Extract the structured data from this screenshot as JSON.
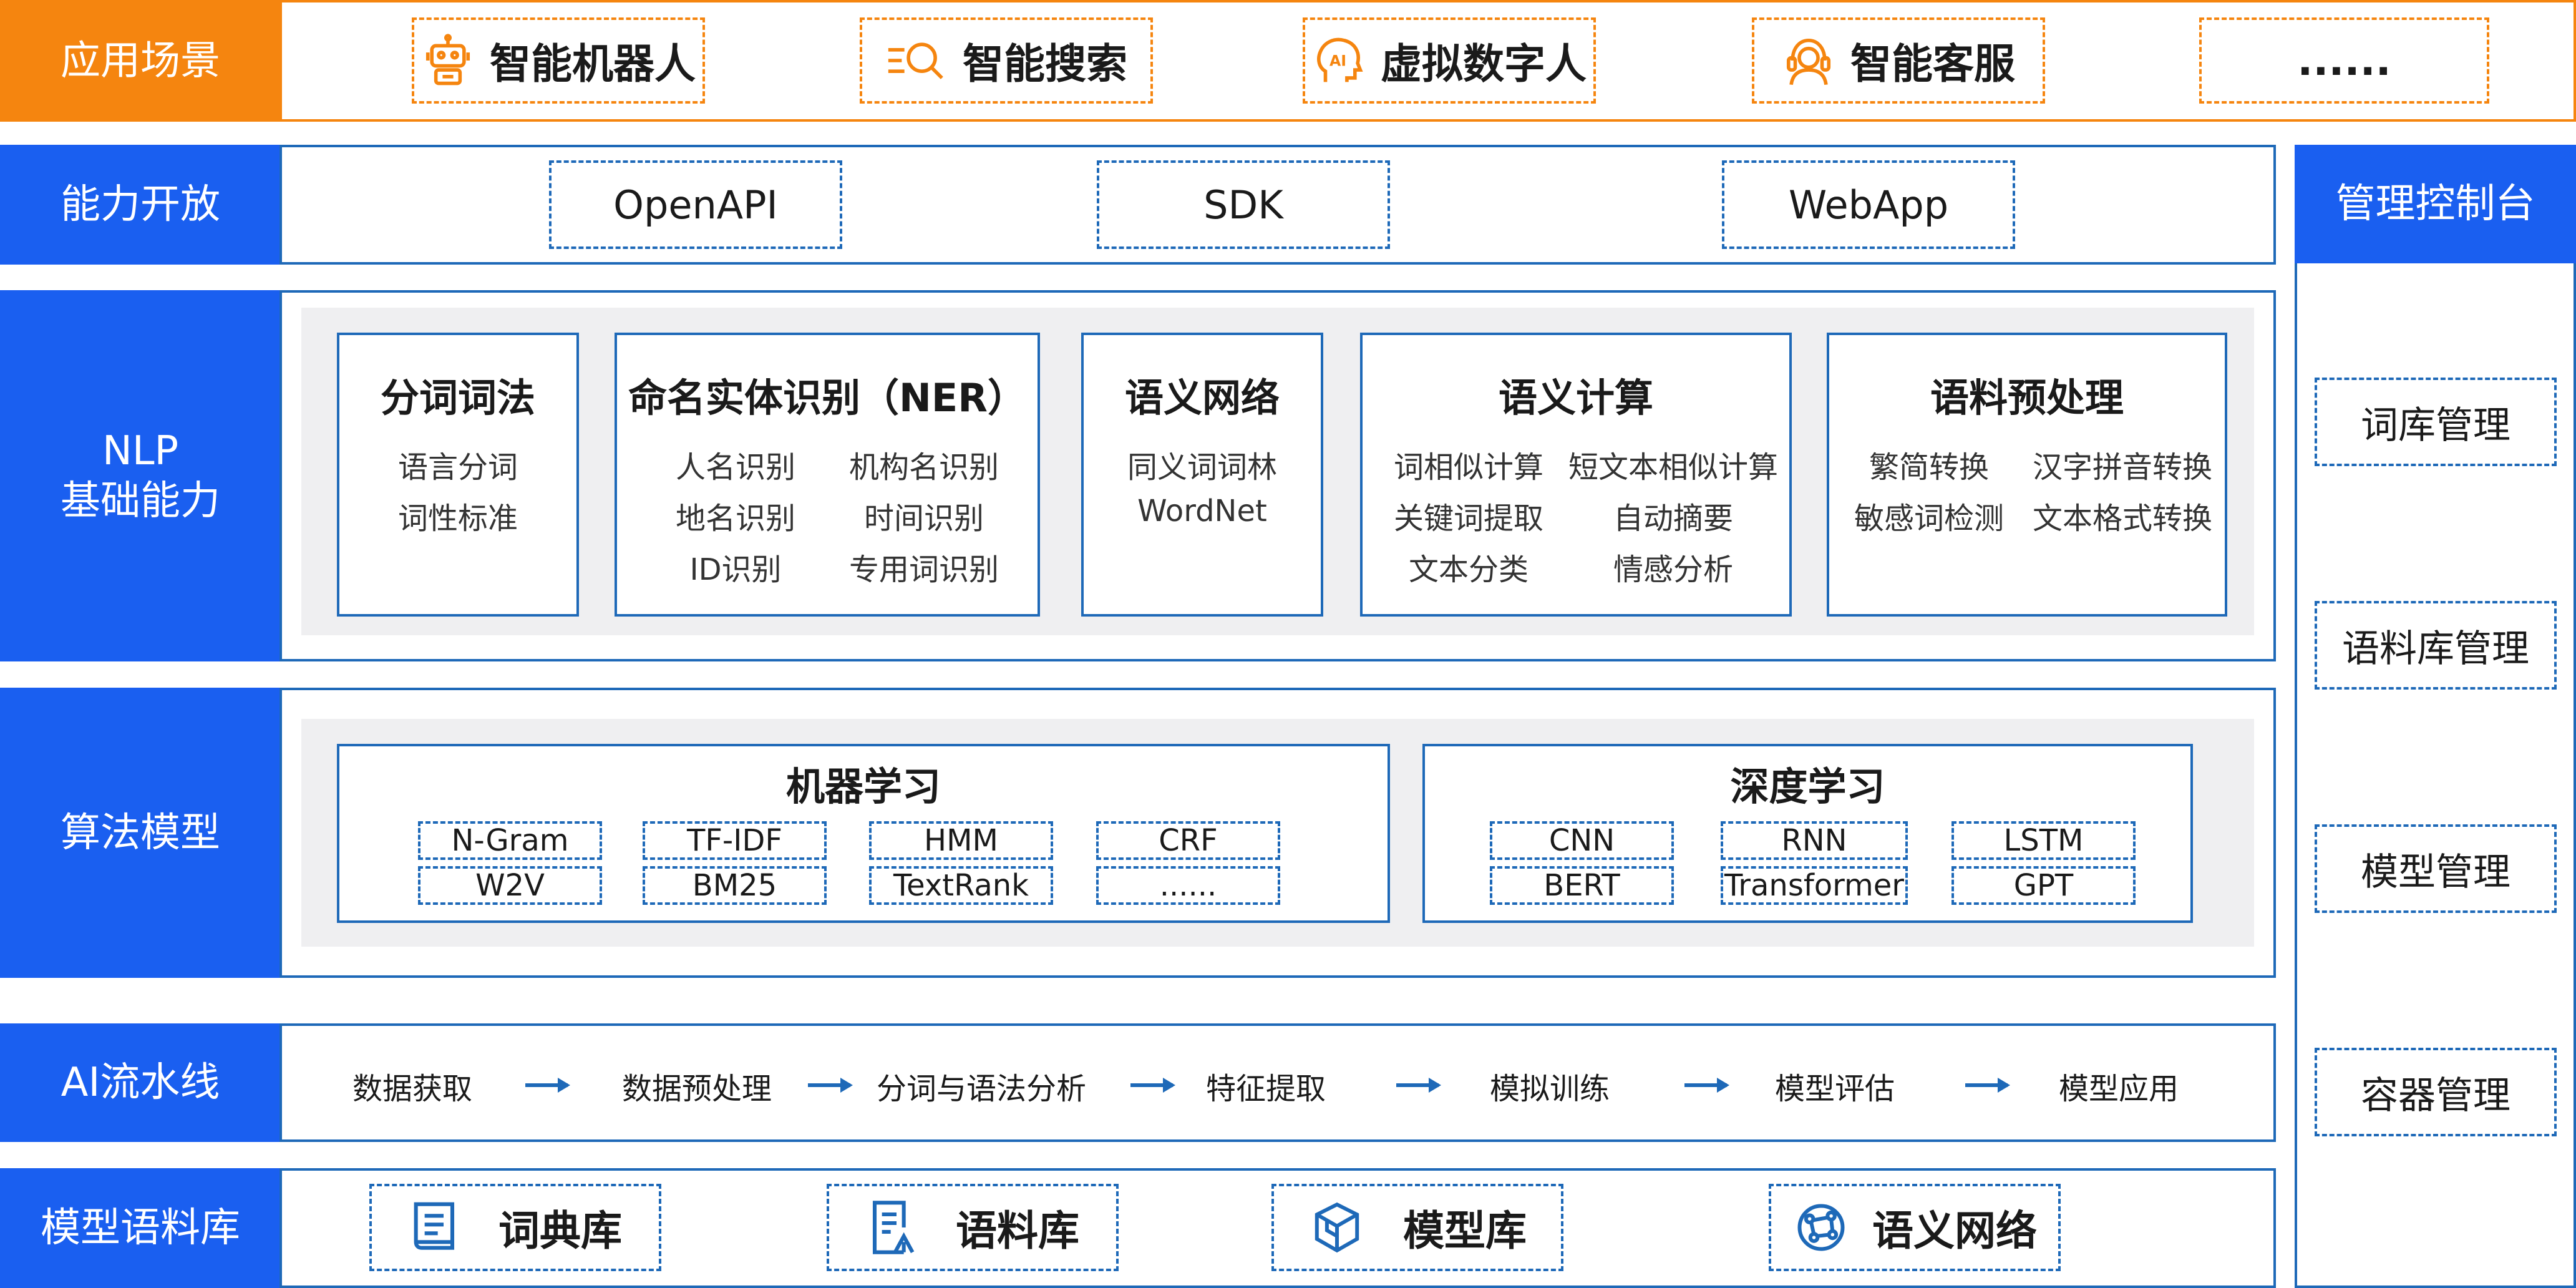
{
  "scenes": {
    "label": "应用场景",
    "items": [
      "智能机器人",
      "智能搜索",
      "虚拟数字人",
      "智能客服",
      "......"
    ]
  },
  "open": {
    "label": "能力开放",
    "items": [
      "OpenAPI",
      "SDK",
      "WebApp"
    ]
  },
  "console": {
    "label": "管理控制台",
    "items": [
      "词库管理",
      "语料库管理",
      "模型管理",
      "容器管理"
    ]
  },
  "nlp": {
    "label_line1": "NLP",
    "label_line2": "基础能力",
    "cards": [
      {
        "title": "分词词法",
        "items": [
          "语言分词",
          "词性标准"
        ]
      },
      {
        "title": "命名实体识别（NER）",
        "items": [
          "人名识别",
          "机构名识别",
          "地名识别",
          "时间识别",
          "ID识别",
          "专用词识别"
        ]
      },
      {
        "title": "语义网络",
        "items": [
          "同义词词林",
          "WordNet"
        ]
      },
      {
        "title": "语义计算",
        "items": [
          "词相似计算",
          "短文本相似计算",
          "关键词提取",
          "自动摘要",
          "文本分类",
          "情感分析"
        ]
      },
      {
        "title": "语料预处理",
        "items": [
          "繁简转换",
          "汉字拼音转换",
          "敏感词检测",
          "文本格式转换"
        ]
      }
    ]
  },
  "algo": {
    "label": "算法模型",
    "ml": {
      "title": "机器学习",
      "items": [
        "N-Gram",
        "TF-IDF",
        "HMM",
        "CRF",
        "W2V",
        "BM25",
        "TextRank",
        "......"
      ]
    },
    "dl": {
      "title": "深度学习",
      "items": [
        "CNN",
        "RNN",
        "LSTM",
        "BERT",
        "Transformer",
        "GPT"
      ]
    }
  },
  "pipeline": {
    "label": "AI流水线",
    "steps": [
      "数据获取",
      "数据预处理",
      "分词与语法分析",
      "特征提取",
      "模拟训练",
      "模型评估",
      "模型应用"
    ]
  },
  "corpus": {
    "label": "模型语料库",
    "items": [
      "词典库",
      "语料库",
      "模型库",
      "语义网络"
    ]
  },
  "colors": {
    "accent_blue": "#1a5ff0",
    "frame_blue": "#1e69b8",
    "accent_orange": "#f5850f",
    "panel_gray": "#efeff1"
  },
  "icons": [
    "robot-icon",
    "search-icon",
    "ai-head-icon",
    "customer-service-icon",
    "book-icon",
    "document-icon",
    "cube-icon",
    "network-globe-icon"
  ]
}
